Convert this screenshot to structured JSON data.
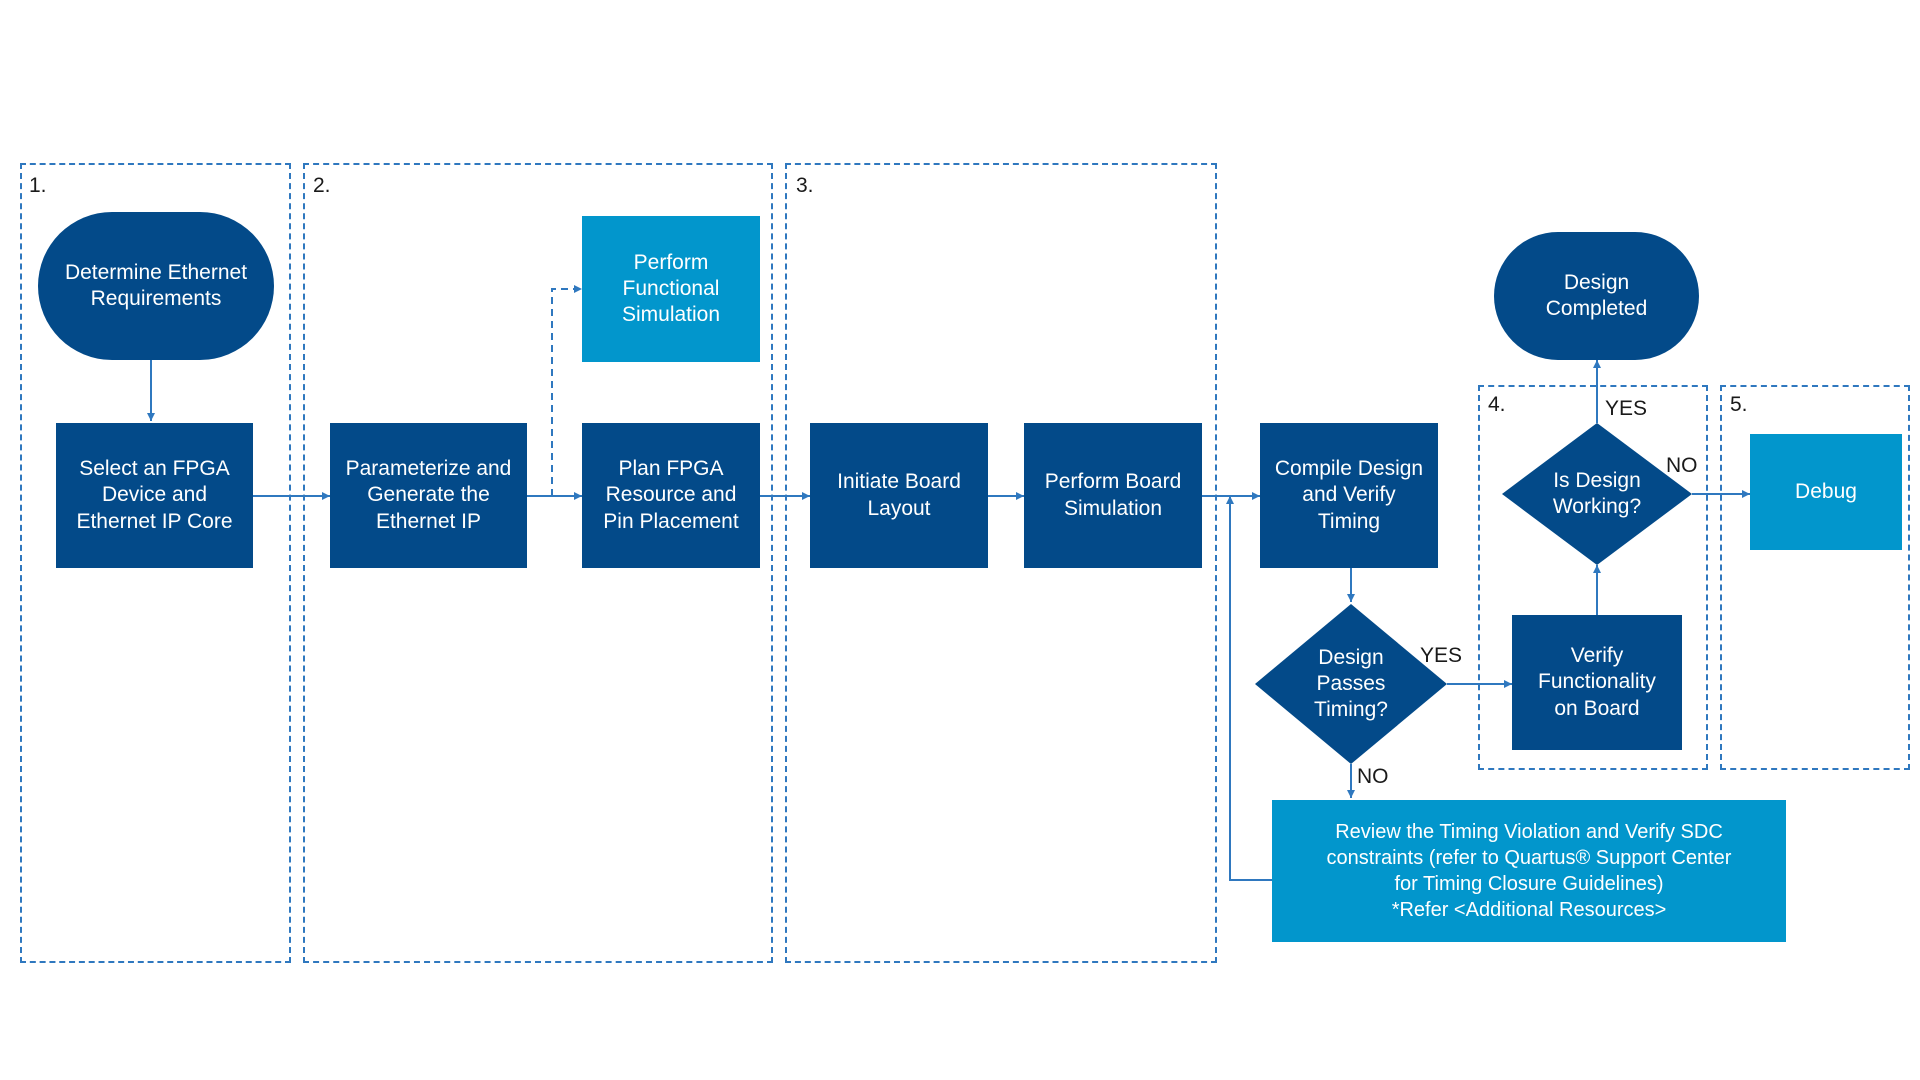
{
  "colors": {
    "dark_node": "#034a89",
    "light_node": "#0296cc",
    "connector": "#2f78bf",
    "dashed_border": "#2f78bf",
    "text_dark": "#1a1a1a"
  },
  "stages": [
    "1.",
    "2.",
    "3.",
    "4.",
    "5."
  ],
  "nodes": {
    "determine": "Determine Ethernet\nRequirements",
    "select": "Select an FPGA\nDevice and\nEthernet IP Core",
    "parameterize": "Parameterize and\nGenerate the\nEthernet IP",
    "functional_sim": "Perform\nFunctional\nSimulation",
    "plan": "Plan FPGA\nResource and\nPin Placement",
    "initiate": "Initiate Board\nLayout",
    "board_sim": "Perform Board\nSimulation",
    "compile": "Compile Design\nand Verify\nTiming",
    "passes_timing": "Design\nPasses\nTiming?",
    "review": "Review the Timing Violation and Verify SDC\nconstraints (refer to Quartus® Support Center\nfor Timing Closure Guidelines)\n*Refer <Additional Resources>",
    "verify_board": "Verify\nFunctionality\non Board",
    "is_working": "Is Design\nWorking?",
    "completed": "Design\nCompleted",
    "debug": "Debug"
  },
  "edge_labels": {
    "timing_yes": "YES",
    "timing_no": "NO",
    "working_yes": "YES",
    "working_no": "NO"
  }
}
